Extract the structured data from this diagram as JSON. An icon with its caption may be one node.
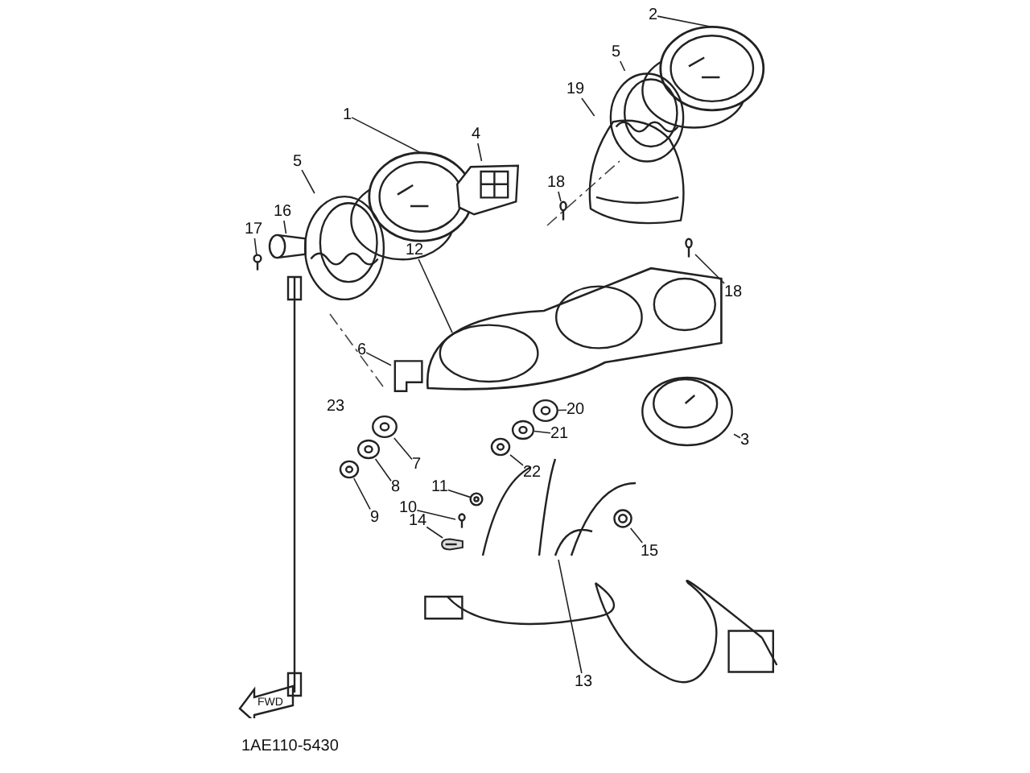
{
  "diagram": {
    "nodes": [
      {
        "text": [
          "1"
        ]
      },
      {
        "text": [],
        "shape": "picture"
      },
      {
        "text": [
          "2"
        ]
      },
      {
        "text": [],
        "shape": "picture"
      },
      {
        "text": [
          "3"
        ]
      },
      {
        "text": [],
        "shape": "picture"
      },
      {
        "text": [
          "4"
        ]
      },
      {
        "text": [],
        "shape": "picture"
      },
      {
        "text": [
          "5"
        ]
      },
      {
        "text": [],
        "shape": "picture"
      },
      {
        "text": [
          "5"
        ]
      },
      {
        "text": [],
        "shape": "picture"
      },
      {
        "text": [
          "6"
        ]
      },
      {
        "text": [],
        "shape": "picture"
      },
      {
        "text": [
          "7"
        ]
      },
      {
        "text": [],
        "shape": "picture"
      },
      {
        "text": [
          "8"
        ]
      },
      {
        "text": [],
        "shape": "picture"
      },
      {
        "text": [
          "9"
        ]
      },
      {
        "text": [],
        "shape": "picture"
      },
      {
        "text": [
          "10"
        ]
      },
      {
        "text": [],
        "shape": "picture"
      },
      {
        "text": [
          "11"
        ]
      },
      {
        "text": [],
        "shape": "picture"
      },
      {
        "text": [
          "12"
        ]
      },
      {
        "text": [],
        "shape": "picture"
      },
      {
        "text": [
          "13"
        ]
      },
      {
        "text": [],
        "shape": "picture"
      },
      {
        "text": [
          "14"
        ]
      },
      {
        "text": [],
        "shape": "picture"
      },
      {
        "text": [
          "15"
        ]
      },
      {
        "text": [],
        "shape": "picture"
      },
      {
        "text": [
          "16"
        ]
      },
      {
        "text": [],
        "shape": "picture"
      },
      {
        "text": [
          "17"
        ]
      },
      {
        "text": [],
        "shape": "picture"
      },
      {
        "text": [
          "18"
        ]
      },
      {
        "text": [],
        "shape": "picture"
      },
      {
        "text": [
          "18"
        ]
      },
      {
        "text": [],
        "shape": "picture"
      },
      {
        "text": [
          "19"
        ]
      },
      {
        "text": [],
        "shape": "picture"
      },
      {
        "text": [
          "20"
        ]
      },
      {
        "text": [],
        "shape": "picture"
      },
      {
        "text": [
          "21"
        ]
      },
      {
        "text": [],
        "shape": "picture"
      },
      {
        "text": [
          "22"
        ]
      },
      {
        "text": [],
        "shape": "picture"
      }
    ],
    "edges": [
      {
        "from": 0,
        "to": 1,
        "arrow": "none"
      },
      {
        "from": 2,
        "to": 3,
        "arrow": "none"
      },
      {
        "from": 4,
        "to": 5,
        "arrow": "none"
      },
      {
        "from": 6,
        "to": 7,
        "arrow": "none"
      },
      {
        "from": 8,
        "to": 9,
        "arrow": "none"
      },
      {
        "from": 10,
        "to": 11,
        "arrow": "none"
      },
      {
        "from": 12,
        "to": 13,
        "arrow": "none"
      },
      {
        "from": 14,
        "to": 15,
        "arrow": "none"
      },
      {
        "from": 16,
        "to": 17,
        "arrow": "none"
      },
      {
        "from": 18,
        "to": 19,
        "arrow": "none"
      },
      {
        "from": 20,
        "to": 21,
        "arrow": "none"
      },
      {
        "from": 22,
        "to": 23,
        "arrow": "none"
      },
      {
        "from": 24,
        "to": 25,
        "arrow": "none"
      },
      {
        "from": 26,
        "to": 27,
        "arrow": "none"
      },
      {
        "from": 28,
        "to": 29,
        "arrow": "none"
      },
      {
        "from": 30,
        "to": 31,
        "arrow": "none"
      },
      {
        "from": 32,
        "to": 33,
        "arrow": "none"
      },
      {
        "from": 34,
        "to": 35,
        "arrow": "none"
      },
      {
        "from": 36,
        "to": 37,
        "arrow": "none"
      },
      {
        "from": 38,
        "to": 39,
        "arrow": "none"
      },
      {
        "from": 40,
        "to": 41,
        "arrow": "none"
      },
      {
        "from": 42,
        "to": 43,
        "arrow": "none"
      },
      {
        "from": 44,
        "to": 45,
        "arrow": "none"
      },
      {
        "from": 46,
        "to": 47,
        "arrow": "none"
      }
    ],
    "labels": [
      "23",
      "FWD",
      "1AE110-5430"
    ]
  }
}
